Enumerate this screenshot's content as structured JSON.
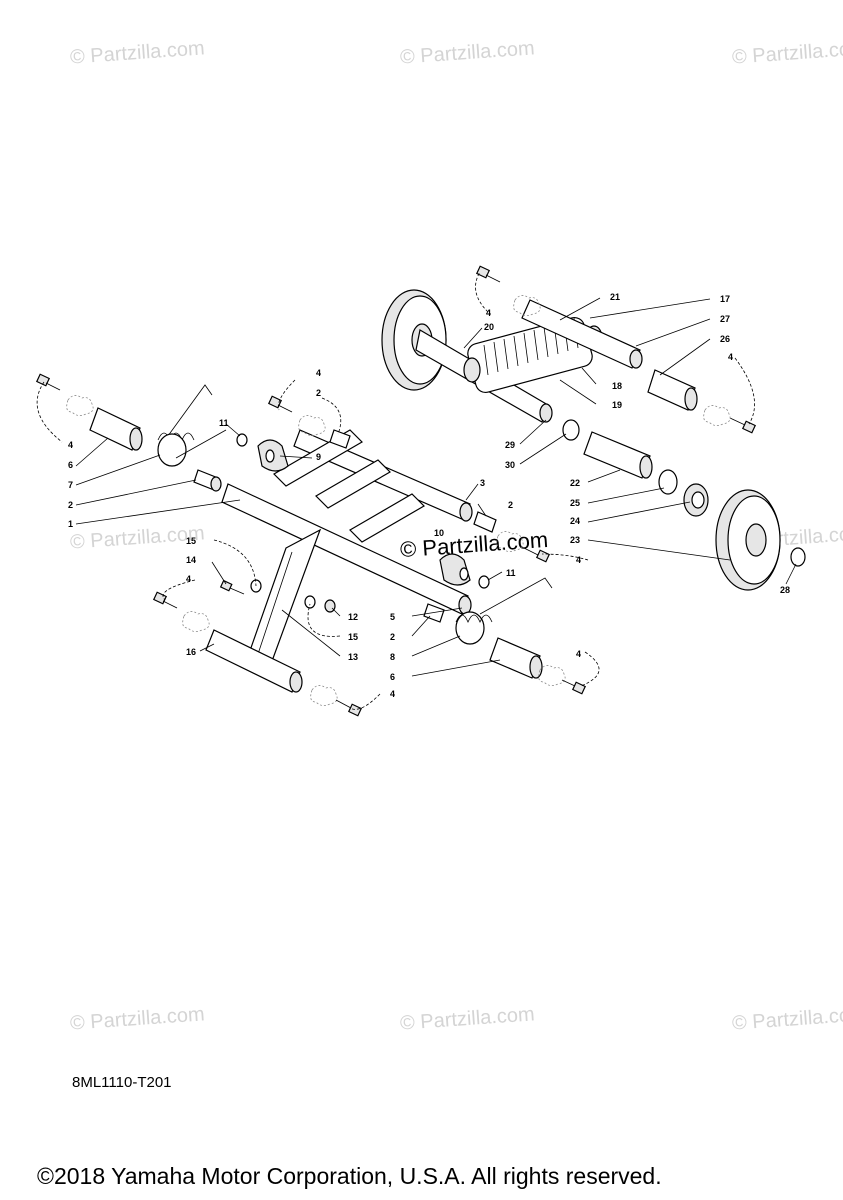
{
  "watermark": "© Partzilla.com",
  "center_watermark": "© Partzilla.com",
  "diagram_code": "8ML1110-T201",
  "copyright": "©2018 Yamaha Motor Corporation, U.S.A. All rights reserved.",
  "callouts": {
    "c1": "1",
    "c2a": "2",
    "c2b": "2",
    "c2c": "2",
    "c2d": "2",
    "c3": "3",
    "c4a": "4",
    "c4b": "4",
    "c4c": "4",
    "c4d": "4",
    "c4e": "4",
    "c4f": "4",
    "c4g": "4",
    "c4h": "4",
    "c5": "5",
    "c6a": "6",
    "c6b": "6",
    "c7": "7",
    "c8": "8",
    "c9": "9",
    "c10": "10",
    "c11a": "11",
    "c11b": "11",
    "c12": "12",
    "c13": "13",
    "c14": "14",
    "c15a": "15",
    "c15b": "15",
    "c16": "16",
    "c17": "17",
    "c18": "18",
    "c19": "19",
    "c20": "20",
    "c21": "21",
    "c22": "22",
    "c23": "23",
    "c24": "24",
    "c25": "25",
    "c26": "26",
    "c27": "27",
    "c28": "28",
    "c29": "29",
    "c30": "30"
  }
}
